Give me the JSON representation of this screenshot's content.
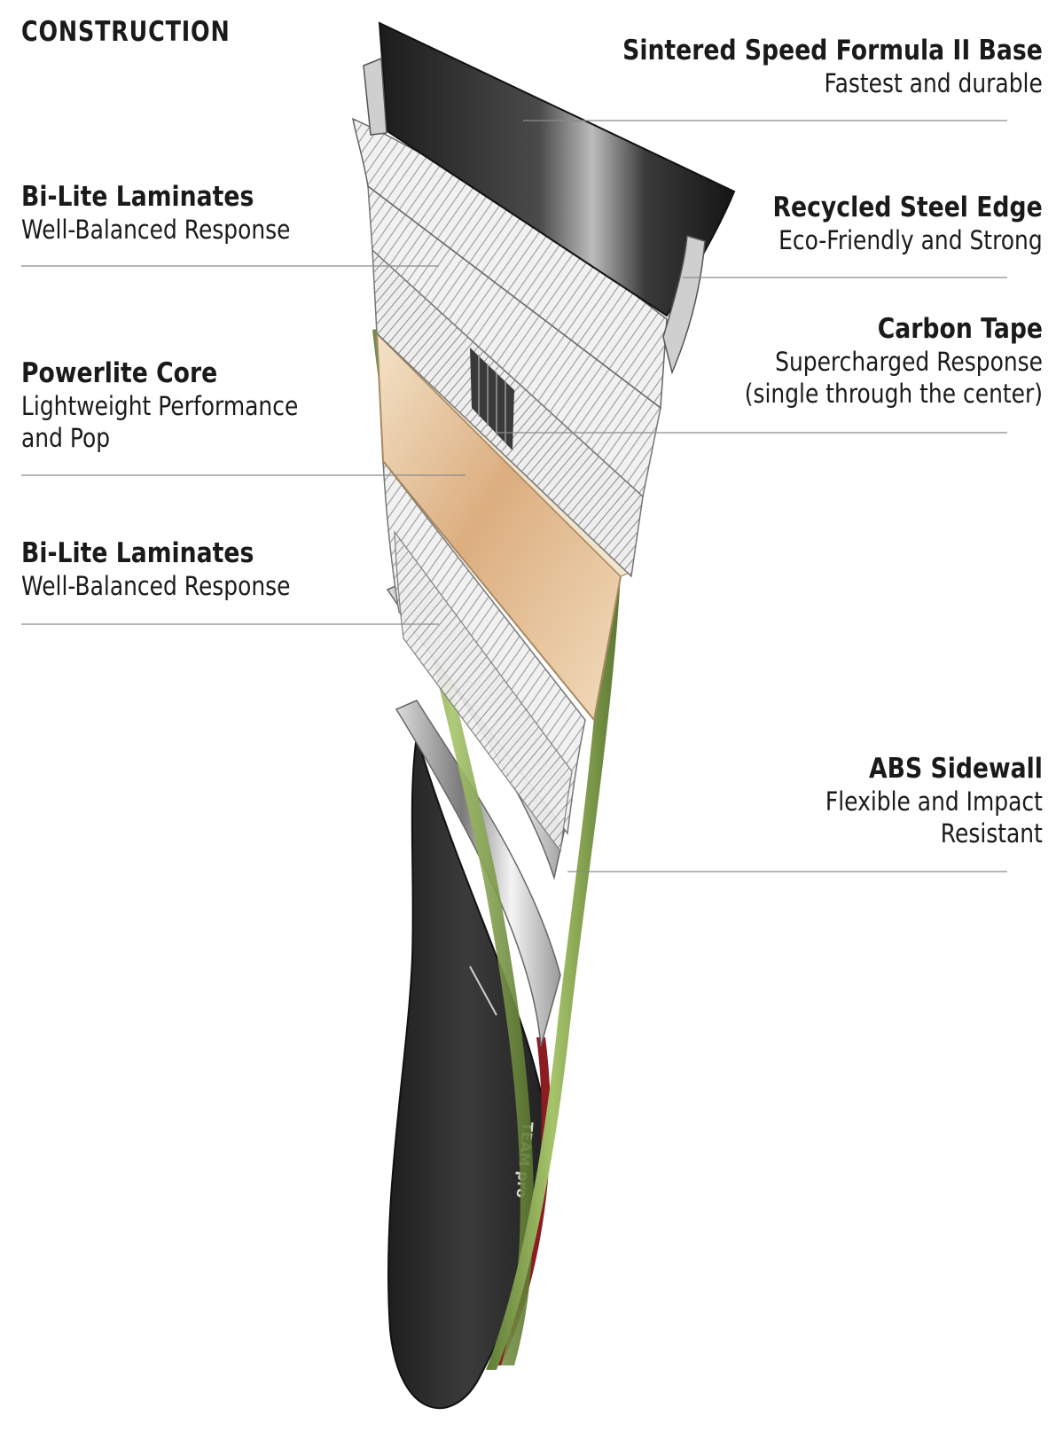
{
  "heading": "CONSTRUCTION",
  "layers": [
    {
      "id": "base",
      "title": "Sintered Speed Formula II Base",
      "desc": "Fastest and durable"
    },
    {
      "id": "edge",
      "title": "Recycled Steel Edge",
      "desc": "Eco-Friendly and Strong"
    },
    {
      "id": "carbon",
      "title": "Carbon Tape",
      "desc": "Supercharged Response\n(single through the center)"
    },
    {
      "id": "sidewall",
      "title": "ABS Sidewall",
      "desc": "Flexible and Impact\nResistant"
    },
    {
      "id": "laminate_top",
      "title": "Bi-Lite Laminates",
      "desc": "Well-Balanced Response"
    },
    {
      "id": "core",
      "title": "Powerlite Core",
      "desc": "Lightweight Performance\nand Pop"
    },
    {
      "id": "laminate_bottom",
      "title": "Bi-Lite Laminates",
      "desc": "Well-Balanced Response"
    }
  ],
  "graphic": {
    "topsheet_text": "TEAM pro",
    "colors": {
      "base": "#2a2a2a",
      "core": "#e0b98a",
      "sidewall": "#7a9a45",
      "accent": "#8a1c22"
    }
  }
}
